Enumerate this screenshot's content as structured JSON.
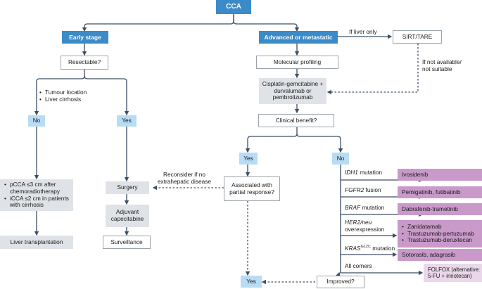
{
  "nodes": {
    "cca": "CCA",
    "early_stage": "Early stage",
    "advanced": "Advanced or metastatic",
    "sirt_tare": "SIRT/TARE",
    "resectable": "Resectable?",
    "molecular": "Molecular profiling",
    "chemo": "Cisplatin-gemcitabine + durvalumab or pembrolizumab",
    "clinical_benefit": "Clinical benefit?",
    "no_left": "No",
    "yes_left": "Yes",
    "yes_mid": "Yes",
    "no_mid": "No",
    "pcca_items": [
      "pCCA ≤3 cm after chemoradiotherapy",
      "iCCA ≤2 cm in patients with cirrhosis"
    ],
    "liver_transplant": "Liver transplantation",
    "surgery": "Surgery",
    "adjuvant": "Adjuvant capecitabine",
    "surveillance": "Surveillance",
    "partial_response": "Associated with partial response?",
    "yes_bottom": "Yes",
    "improved": "Improved?",
    "ivosidenib": "Ivosidenib",
    "pemigatinib": "Pemigatinib, futibatinib",
    "dabrafenib": "Dabrafenib-trametinib",
    "her2_items": [
      "Zanidatamab",
      "Trastuzumab-pertuzumab",
      "Trastuzumab-deruxtecan"
    ],
    "sotorasib": "Sotorasib, adagrasib",
    "folfox": "FOLFOX (alternative: 5-FU + irinotecan)"
  },
  "edge_labels": {
    "if_liver_only": "If liver only",
    "if_not_available": "If not available/ not suitable",
    "factors": [
      "Tumour location",
      "Liver cirrhosis"
    ],
    "reconsider": "Reconsider if no extrahepatic disease",
    "idh1_gene": "IDH1",
    "idh1_rest": " mutation",
    "fgfr2_gene": "FGFR2",
    "fgfr2_rest": " fusion",
    "braf_gene": "BRAF",
    "braf_rest": " mutation",
    "her2_gene": "HER2/neu",
    "her2_rest": "overexpression",
    "kras_gene": "KRAS",
    "kras_sup": "G12C",
    "kras_rest": " mutation",
    "all_comers": "All comers"
  },
  "colors": {
    "blue": "#3a8bc8",
    "line": "#3d4f63",
    "gray_box": "#dfe3e7",
    "light_blue": "#b7dcf3",
    "purple": "#c99ac9",
    "light_purple": "#ead7ea"
  }
}
